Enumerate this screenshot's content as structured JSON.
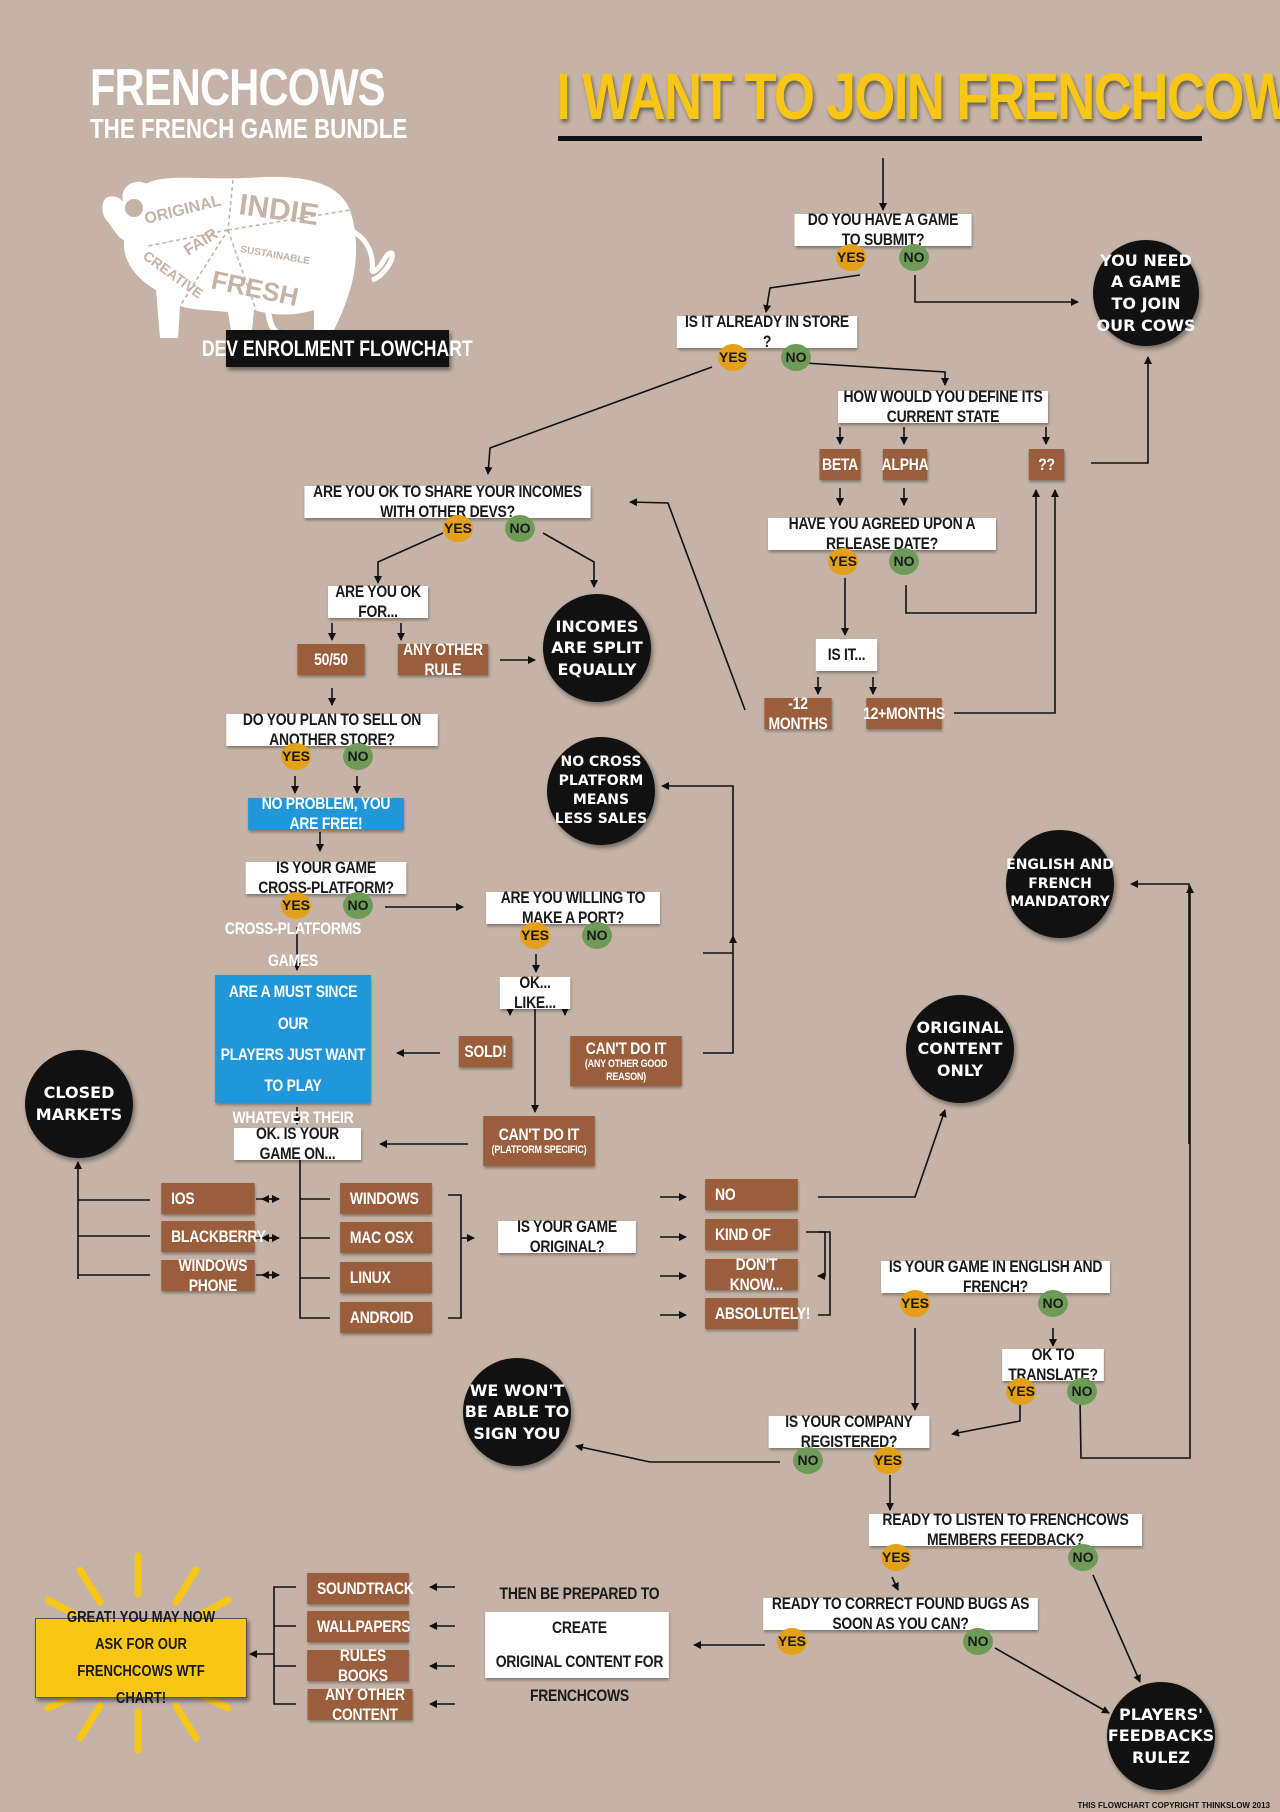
{
  "header": {
    "title": "I WANT TO JOIN FRENCHCOWS!",
    "brand_name": "FRENCHCOWS",
    "brand_tagline": "THE FRENCH GAME BUNDLE",
    "cow_words": [
      "ORIGINAL",
      "INDIE",
      "FAIR",
      "SUSTAINABLE",
      "CREATIVE",
      "FRESH"
    ],
    "subtitle": "DEV ENROLMENT FLOWCHART"
  },
  "yes": "YES",
  "no": "NO",
  "q": {
    "have_game": "DO YOU HAVE A GAME TO SUBMIT?",
    "in_store": "IS IT ALREADY IN STORE ?",
    "current_state": "HOW WOULD YOU DEFINE ITS CURRENT STATE",
    "release_date": "HAVE YOU AGREED UPON A RELEASE DATE?",
    "is_it": "IS IT...",
    "share_incomes": "ARE YOU OK TO SHARE YOUR INCOMES WITH OTHER DEVS?",
    "ok_for": "ARE YOU OK FOR...",
    "other_store": "DO YOU PLAN TO SELL ON ANOTHER STORE?",
    "cross_platform": "IS YOUR GAME CROSS-PLATFORM?",
    "port": "ARE YOU WILLING TO MAKE A PORT?",
    "ok_like": "OK... LIKE...",
    "game_on": "OK. IS YOUR GAME ON...",
    "original": "IS YOUR GAME ORIGINAL?",
    "eng_fr": "IS YOUR GAME IN ENGLISH AND FRENCH?",
    "translate": "OK TO TRANSLATE?",
    "registered": "IS YOUR COMPANY REGISTERED?",
    "feedback": "READY TO LISTEN TO FRENCHCOWS MEMBERS FEEDBACK?",
    "bugs": "READY TO CORRECT FOUND BUGS AS SOON AS YOU CAN?",
    "prepared_l1": "THEN BE PREPARED TO CREATE",
    "prepared_l2": "ORIGINAL CONTENT FOR FRENCHCOWS"
  },
  "b": {
    "beta": "BETA",
    "alpha": "ALPHA",
    "unknown": "??",
    "less12": "-12 MONTHS",
    "more12": "12+MONTHS",
    "fifty": "50/50",
    "other_rule": "ANY OTHER RULE",
    "sold": "SOLD!",
    "cant1": "CAN'T DO IT",
    "cant1_sub": "(ANY OTHER GOOD REASON)",
    "cant2": "CAN'T DO IT",
    "cant2_sub": "(PLATFORM SPECIFIC)",
    "ios": "IOS",
    "blackberry": "BLACKBERRY",
    "winphone": "WINDOWS PHONE",
    "windows": "WINDOWS",
    "macosx": "MAC OSX",
    "linux": "LINUX",
    "android": "ANDROID",
    "orig_no": "NO",
    "kind_of": "KIND OF",
    "dont_know": "DON'T KNOW...",
    "absolutely": "ABSOLUTELY!",
    "soundtrack": "SOUNDTRACK",
    "wallpapers": "WALLPAPERS",
    "rules_books": "RULES BOOKS",
    "other_content": "ANY OTHER CONTENT"
  },
  "blue": {
    "free": "NO PROBLEM, YOU ARE FREE!",
    "must": [
      "CROSS-PLATFORMS GAMES",
      "ARE A MUST SINCE OUR",
      "PLAYERS JUST WANT TO PLAY",
      "WHATEVER THEIR OS/HARDWARE"
    ]
  },
  "circles": {
    "need_game": [
      "YOU NEED",
      "A GAME",
      "TO JOIN",
      "OUR COWS"
    ],
    "split": [
      "INCOMES",
      "ARE SPLIT",
      "EQUALLY"
    ],
    "no_cross": [
      "NO CROSS",
      "PLATFORM",
      "MEANS",
      "LESS SALES"
    ],
    "closed": [
      "CLOSED",
      "MARKETS"
    ],
    "eng_fr": [
      "ENGLISH AND",
      "FRENCH",
      "MANDATORY"
    ],
    "original": [
      "ORIGINAL",
      "CONTENT",
      "ONLY"
    ],
    "wont_sign": [
      "WE WON'T",
      "BE ABLE TO",
      "SIGN YOU"
    ],
    "feedbacks": [
      "PLAYERS'",
      "FEEDBACKS",
      "RULEZ"
    ]
  },
  "great": [
    "GREAT! YOU MAY NOW ASK FOR OUR",
    "FRENCHCOWS WTF CHART!"
  ],
  "copyright": "THIS FLOWCHART COPYRIGHT THINKSLOW 2013",
  "colors": {
    "background": "#c4b3a6",
    "title_yellow": "#f8c715",
    "box_brown": "#9b5e3c",
    "box_blue": "#2196d8",
    "yes_orange": "#e3a018",
    "no_green": "#6e9b57"
  }
}
